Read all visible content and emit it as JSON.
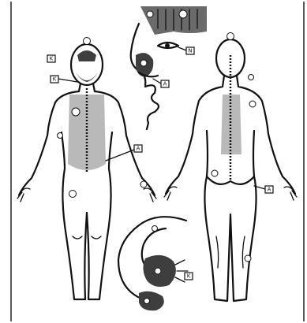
{
  "figure": {
    "background": "#ffffff",
    "ink_color": "#111111",
    "shade_color": "#b9b9b9",
    "dark_color": "#3e3e3e",
    "labels": {
      "front_neck_box": "K",
      "front_face_box": "K",
      "front_trunk_box": "A",
      "back_buttock_box": "A",
      "nose_box": "N",
      "nose_box_lower": "A",
      "ear_box": "K"
    }
  }
}
